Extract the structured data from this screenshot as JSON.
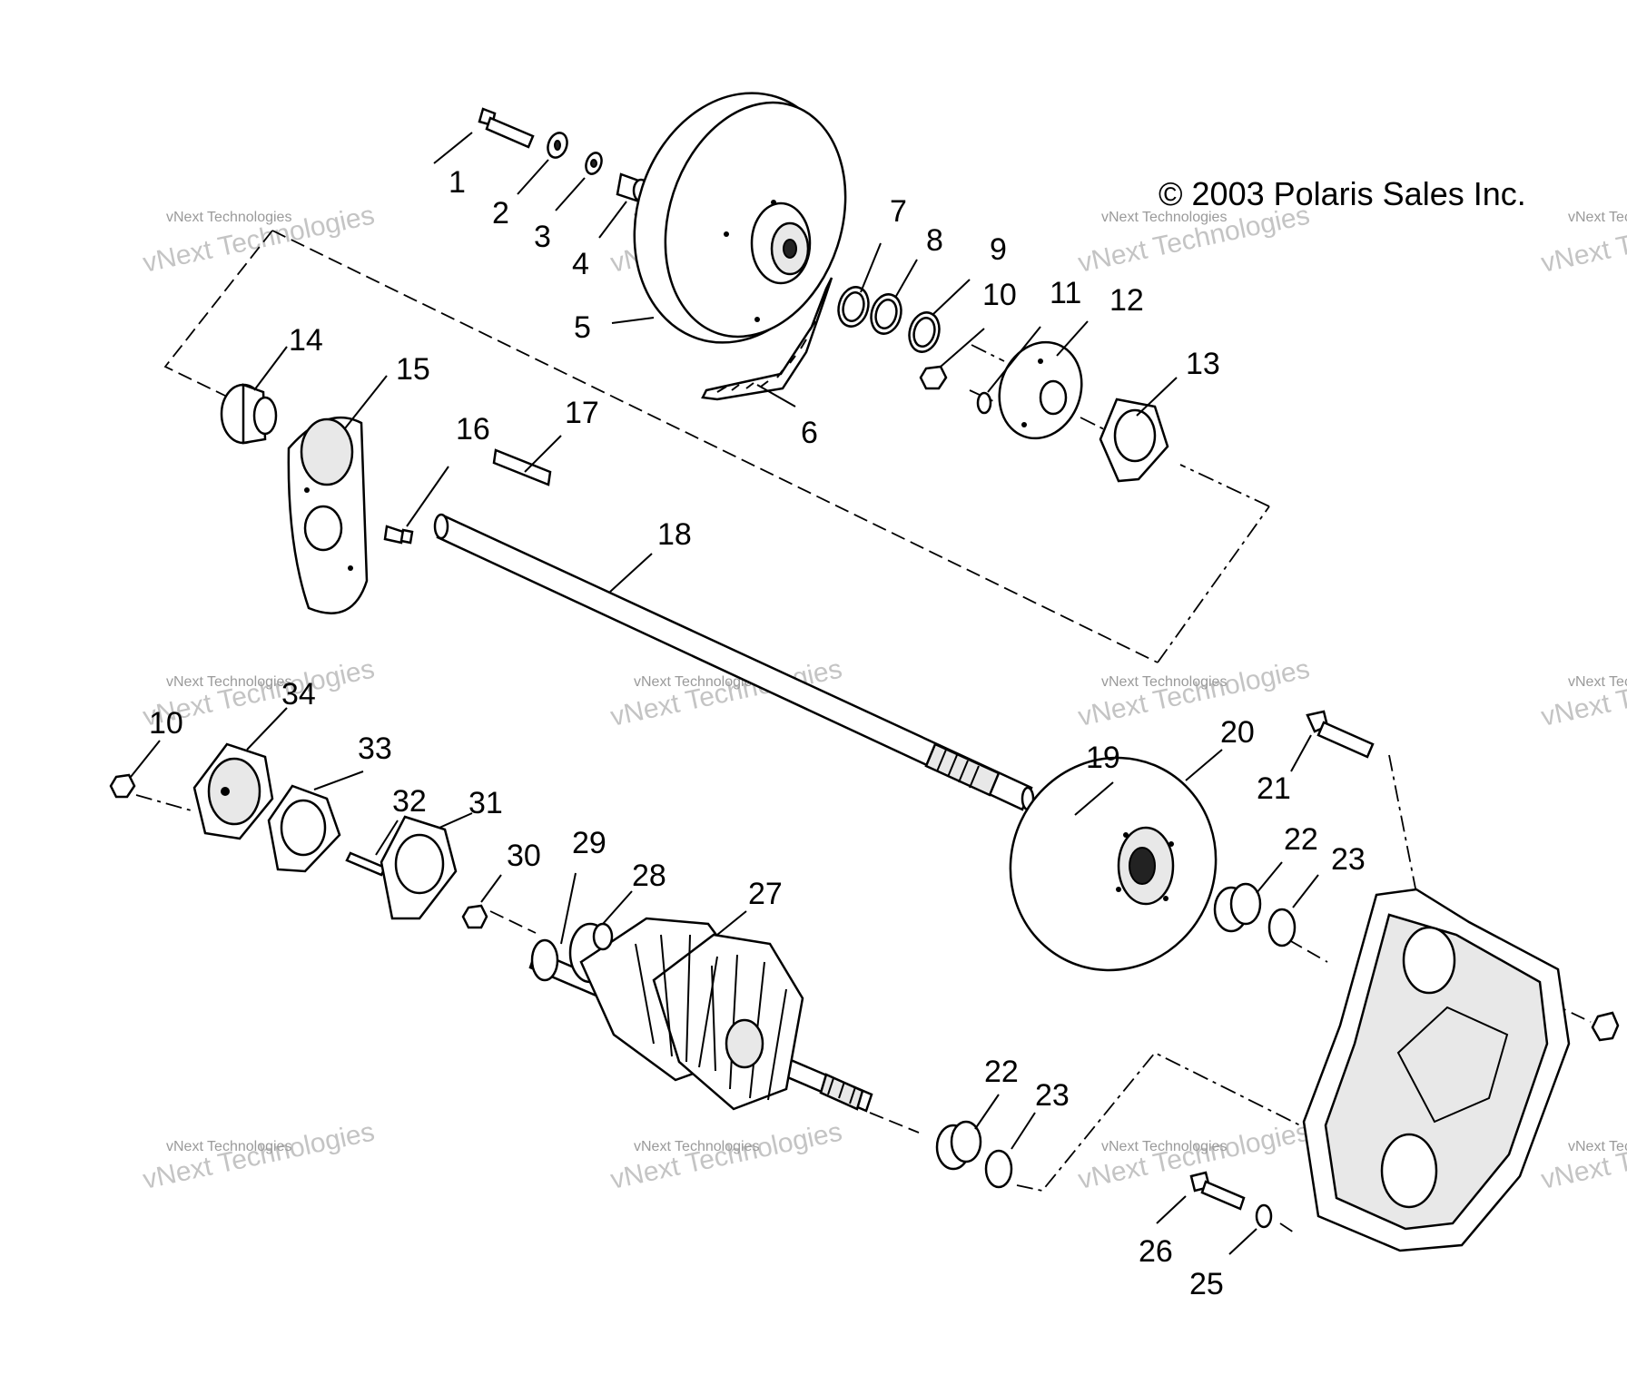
{
  "copyright": "© 2003 Polaris Sales Inc.",
  "watermark": {
    "big": "vNext Technologies",
    "small": "vNext Technologies"
  },
  "callouts": [
    "1",
    "2",
    "3",
    "4",
    "5",
    "6",
    "7",
    "8",
    "9",
    "10",
    "11",
    "12",
    "13",
    "14",
    "15",
    "16",
    "17",
    "18",
    "19",
    "20",
    "21",
    "22",
    "23",
    "10",
    "34",
    "33",
    "32",
    "31",
    "30",
    "29",
    "28",
    "27",
    "22",
    "23",
    "26",
    "25"
  ]
}
